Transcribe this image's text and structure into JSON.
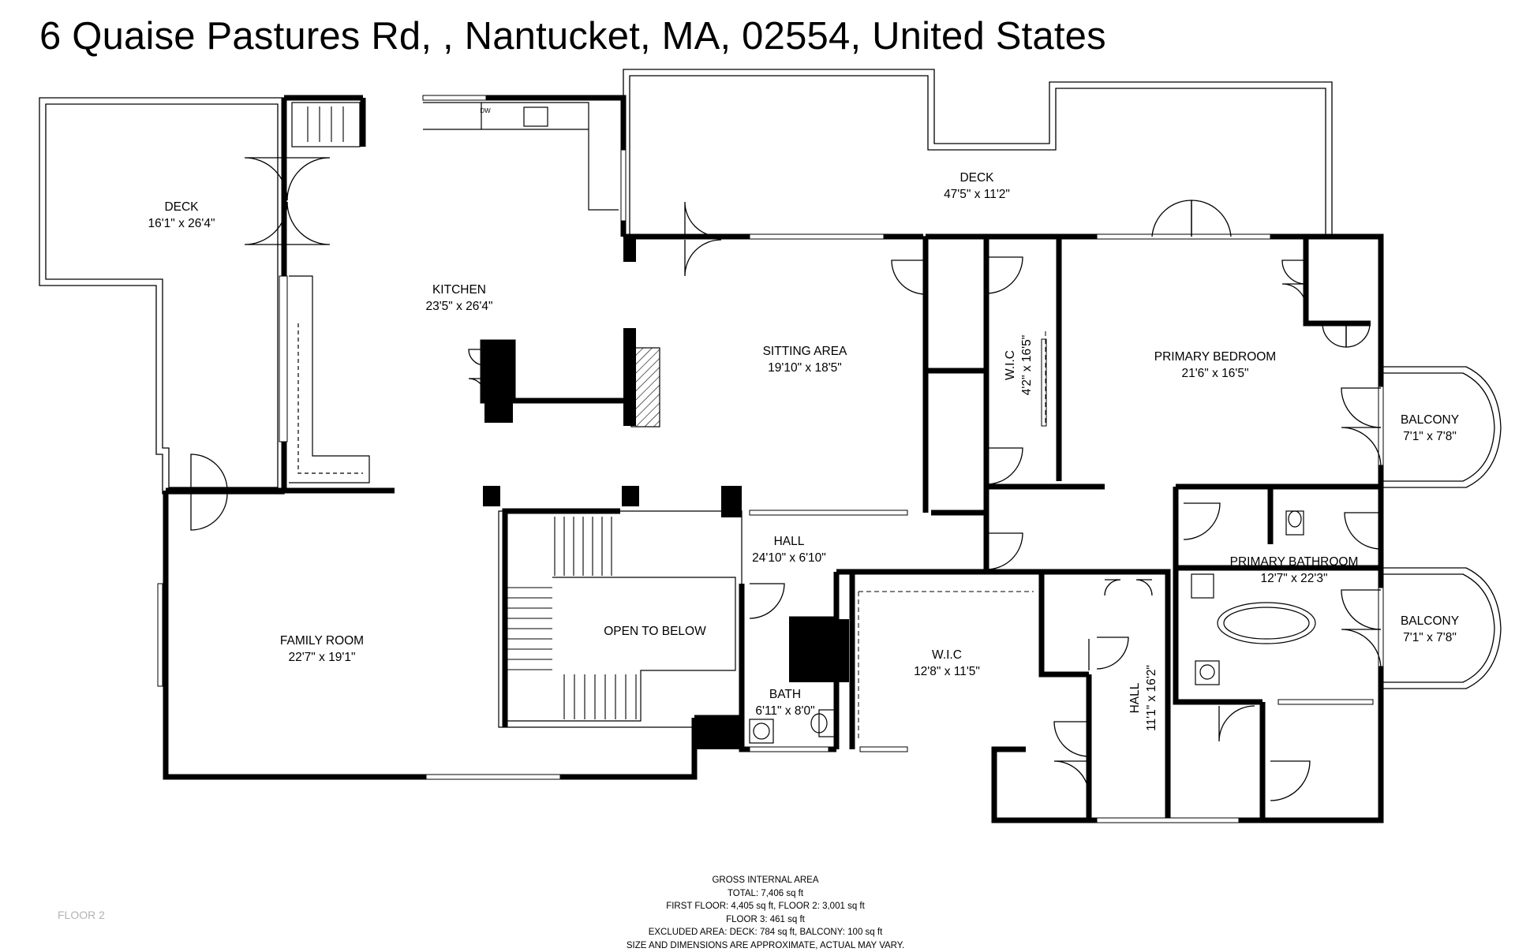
{
  "title": "6 Quaise Pastures Rd, , Nantucket, MA, 02554, United States",
  "rooms": {
    "deck_left": {
      "name": "DECK",
      "dims": "16'1\" x 26'4\""
    },
    "kitchen": {
      "name": "KITCHEN",
      "dims": "23'5\" x 26'4\""
    },
    "deck_top": {
      "name": "DECK",
      "dims": "47'5\" x 11'2\""
    },
    "sitting_area": {
      "name": "SITTING AREA",
      "dims": "19'10\" x 18'5\""
    },
    "wic_small": {
      "name": "W.I.C",
      "dims": "4'2\" x 16'5\""
    },
    "primary_bedroom": {
      "name": "PRIMARY BEDROOM",
      "dims": "21'6\" x 16'5\""
    },
    "balcony_top": {
      "name": "BALCONY",
      "dims": "7'1\" x 7'8\""
    },
    "balcony_bottom": {
      "name": "BALCONY",
      "dims": "7'1\" x 7'8\""
    },
    "hall_center": {
      "name": "HALL",
      "dims": "24'10\" x 6'10\""
    },
    "primary_bathroom": {
      "name": "PRIMARY BATHROOM",
      "dims": "12'7\" x 22'3\""
    },
    "family_room": {
      "name": "FAMILY ROOM",
      "dims": "22'7\" x 19'1\""
    },
    "open_to_below": {
      "name": "OPEN TO BELOW"
    },
    "wic_large": {
      "name": "W.I.C",
      "dims": "12'8\" x 11'5\""
    },
    "bath": {
      "name": "BATH",
      "dims": "6'11\" x 8'0\""
    },
    "hall_right": {
      "name": "HALL",
      "dims": "11'1\" x 16'2\""
    }
  },
  "fixture_dw": "DW",
  "area": {
    "heading": "GROSS INTERNAL AREA",
    "total": "TOTAL: 7,406 sq ft",
    "floors": "FIRST FLOOR: 4,405 sq ft, FLOOR 2: 3,001 sq ft",
    "floor3": "FLOOR 3: 461 sq ft",
    "excluded": "EXCLUDED AREA: DECK: 784 sq ft, BALCONY: 100 sq ft",
    "disclaimer": "SIZE AND DIMENSIONS ARE APPROXIMATE, ACTUAL MAY VARY."
  },
  "floor_label": "FLOOR 2"
}
